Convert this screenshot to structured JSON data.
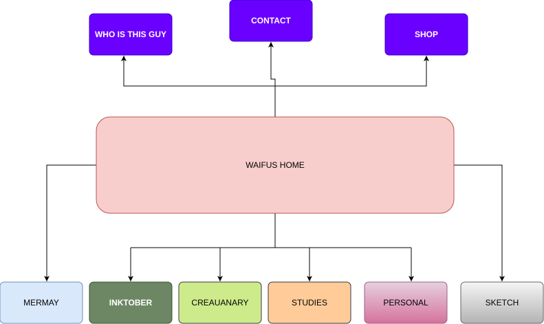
{
  "diagram": {
    "home": {
      "label": "WAIFUS HOME",
      "fill": "#f8cecc",
      "stroke": "#b85450"
    },
    "top": {
      "who": {
        "label": "WHO IS THIS GUY",
        "fill": "#6a00ff",
        "stroke": "#3700cc",
        "text_color": "#ffffff"
      },
      "contact": {
        "label": "CONTACT",
        "fill": "#6a00ff",
        "stroke": "#3700cc",
        "text_color": "#ffffff"
      },
      "shop": {
        "label": "SHOP",
        "fill": "#6a00ff",
        "stroke": "#3700cc",
        "text_color": "#ffffff"
      }
    },
    "bottom": {
      "mermay": {
        "label": "MERMAY",
        "fill": "#dae8fc",
        "stroke": "#6c8ebf",
        "text_color": "#000000"
      },
      "inktober": {
        "label": "INKTOBER",
        "fill": "#6d8764",
        "stroke": "#3a5431",
        "text_color": "#ffffff"
      },
      "creauanary": {
        "label": "CREAUANARY",
        "fill": "#cdeb8b",
        "stroke": "#36393d",
        "text_color": "#000000"
      },
      "studies": {
        "label": "STUDIES",
        "fill": "#ffcc99",
        "stroke": "#36393d",
        "text_color": "#000000"
      },
      "personal": {
        "label": "PERSONAL",
        "fill_top": "#e6d0de",
        "fill_bottom": "#d5739d",
        "stroke": "#996185",
        "text_color": "#000000"
      },
      "sketch": {
        "label": "SKETCH",
        "fill_top": "#f5f5f5",
        "fill_bottom": "#b3b3b3",
        "stroke": "#666666",
        "text_color": "#000000"
      }
    },
    "connector_color": "#000000"
  }
}
